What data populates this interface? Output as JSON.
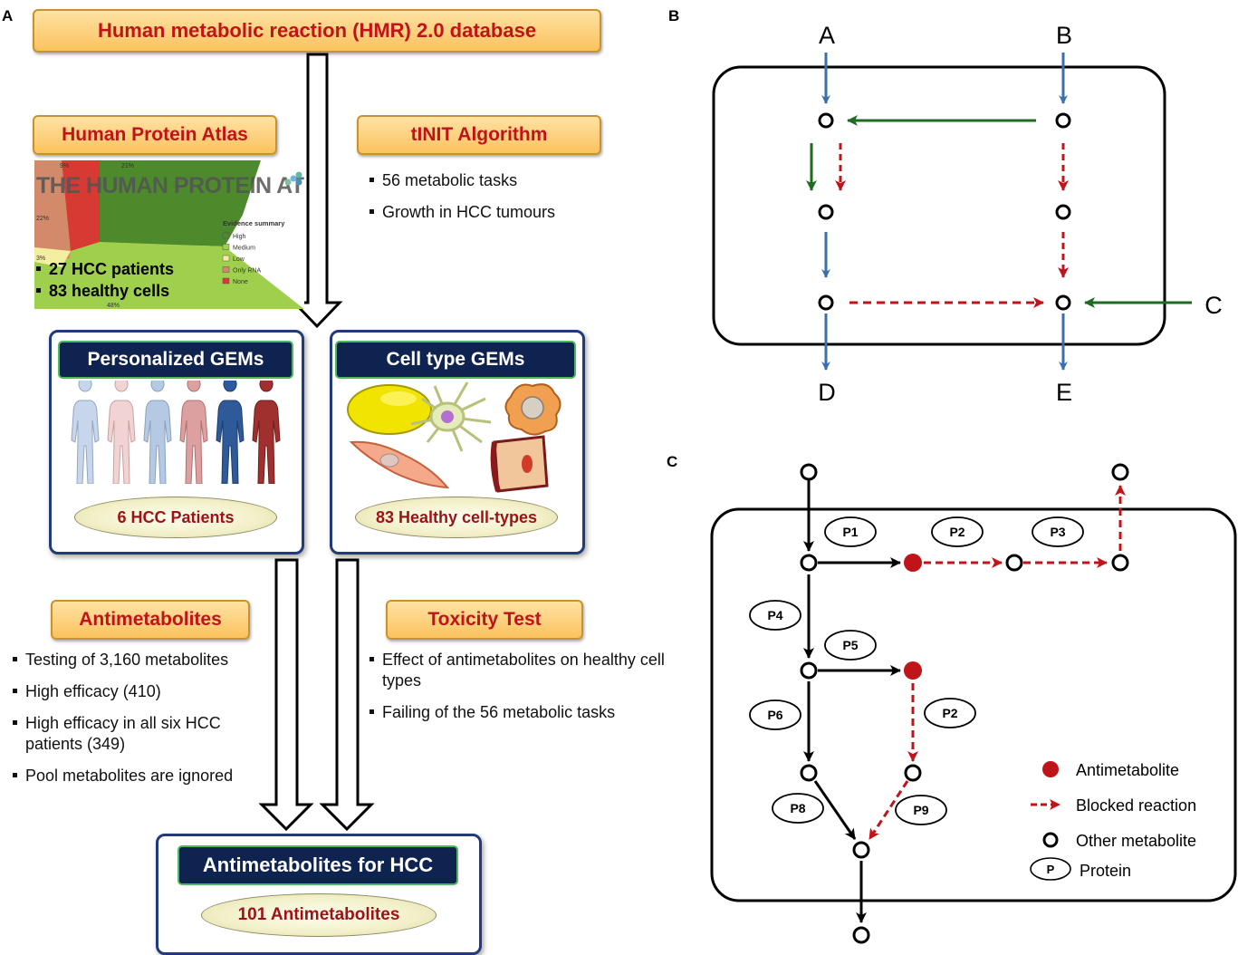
{
  "panel_a": {
    "letter": "A",
    "hmr_title": "Human metabolic reaction (HMR) 2.0 database",
    "hpa_title": "Human Protein Atlas",
    "hpa_logo": "THE HUMAN PROTEIN ATLAS",
    "hpa_legend_title": "Evidence summary",
    "hpa_legend": [
      "High",
      "Medium",
      "Low",
      "Only RNA",
      "None"
    ],
    "hpa_legend_colors": [
      "#4c8a2c",
      "#9ed04e",
      "#f3eea0",
      "#d28a6b",
      "#d63a32"
    ],
    "hpa_pct": [
      "9%",
      "21%",
      "22%",
      "3%",
      "48%"
    ],
    "hpa_bullets": [
      "27 HCC patients",
      "83 healthy cells"
    ],
    "tinit_title": "tINIT Algorithm",
    "tinit_bullets": [
      "56 metabolic tasks",
      "Growth in HCC tumours"
    ],
    "personalized_title": "Personalized GEMs",
    "personalized_label": "6 HCC Patients",
    "celltype_title": "Cell type GEMs",
    "celltype_label": "83 Healthy cell-types",
    "antimetabolites_title": "Antimetabolites",
    "antimetabolites_bullets": [
      "Testing of 3,160 metabolites",
      "High efficacy (410)",
      "High efficacy in all six HCC patients (349)",
      "Pool metabolites are ignored"
    ],
    "toxicity_title": "Toxicity Test",
    "toxicity_bullets": [
      "Effect of antimetabolites on healthy cell types",
      "Failing of  the 56 metabolic tasks"
    ],
    "final_title": "Antimetabolites for HCC",
    "final_label": "101 Antimetabolites"
  },
  "panel_b": {
    "letter": "B",
    "node_labels": {
      "a": "A",
      "b": "B",
      "c": "C",
      "d": "D",
      "e": "E"
    }
  },
  "panel_c": {
    "letter": "C",
    "proteins": [
      "P1",
      "P2",
      "P3",
      "P4",
      "P5",
      "P6",
      "P2",
      "P8",
      "P9"
    ],
    "legend": {
      "antimetabolite": "Antimetabolite",
      "blocked": "Blocked reaction",
      "other": "Other metabolite",
      "protein_symbol": "P",
      "protein": "Protein"
    }
  },
  "colors": {
    "blue_arrow": "#3a6fae",
    "green_arrow": "#1f6b22",
    "red_blocked": "#c0141b",
    "navy": "#0f2350",
    "orange": "#fbc25e"
  }
}
